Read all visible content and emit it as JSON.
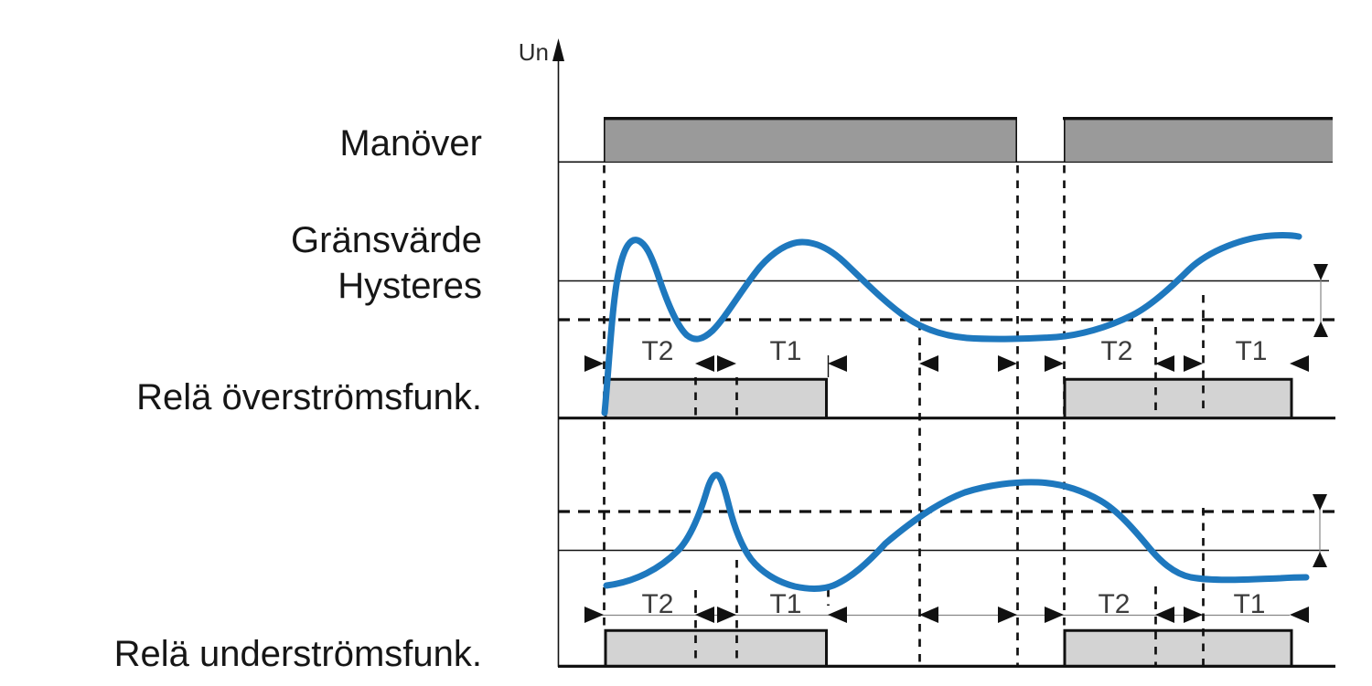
{
  "figure": {
    "axis_label": "Un",
    "signals": {
      "manover": "Manöver",
      "gransvarde": "Gränsvärde",
      "hysteres": "Hysteres",
      "rela_overstrom": "Relä överströmsfunk.",
      "rela_understrom": "Relä underströmsfunk."
    },
    "intervals": {
      "t1": "T1",
      "t2": "T2"
    },
    "colors": {
      "curve_blue": "#1e78be",
      "manover_fill": "#9a9a9a",
      "relay_fill": "#d3d3d3",
      "ink": "#111111"
    }
  }
}
